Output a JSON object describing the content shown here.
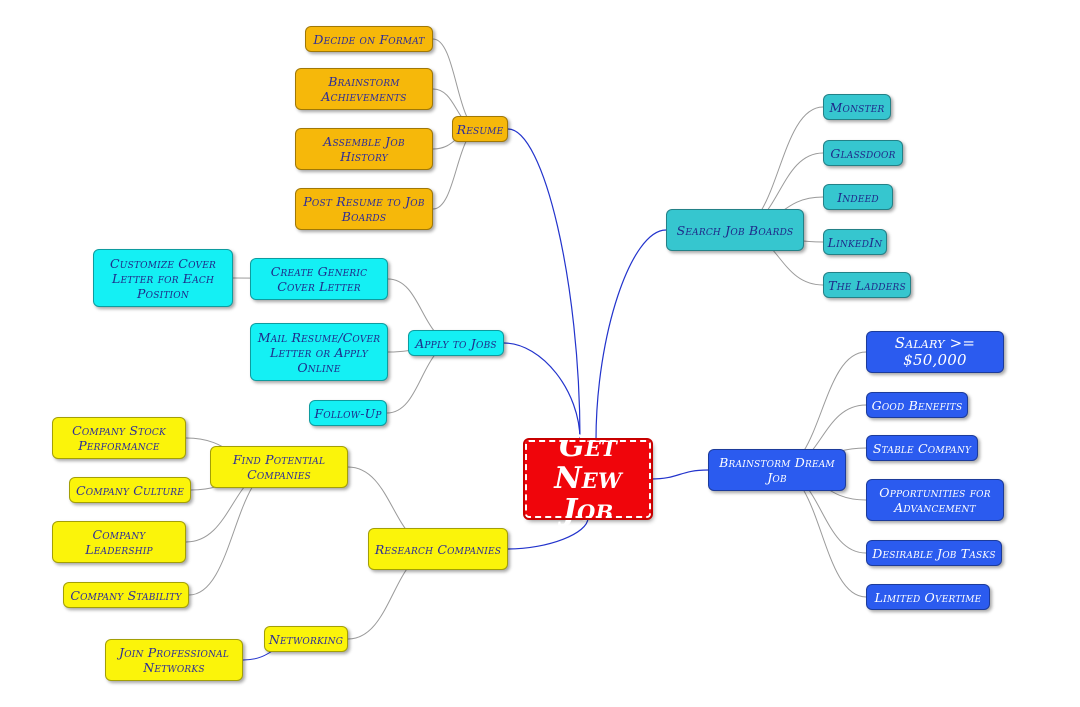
{
  "root": {
    "id": "root",
    "label": "Get New Job",
    "color": "#f0050b"
  },
  "branches": [
    {
      "id": "resume",
      "label": "Resume",
      "color": "#f6b80a",
      "children": [
        {
          "id": "decide-format",
          "label": "Decide on Format"
        },
        {
          "id": "brainstorm-achievements",
          "label": "Brainstorm Achievements"
        },
        {
          "id": "assemble-history",
          "label": "Assemble Job History"
        },
        {
          "id": "post-resume",
          "label": "Post Resume to Job Boards"
        }
      ]
    },
    {
      "id": "apply",
      "label": "Apply to Jobs",
      "color": "#14f0f4",
      "children": [
        {
          "id": "generic-cover",
          "label": "Create Generic Cover Letter",
          "children": [
            {
              "id": "customize-cover",
              "label": "Customize Cover Letter for Each Position"
            }
          ]
        },
        {
          "id": "mail-resume",
          "label": "Mail Resume/Cover Letter or Apply Online"
        },
        {
          "id": "follow-up",
          "label": "Follow-Up"
        }
      ]
    },
    {
      "id": "research",
      "label": "Research Companies",
      "color": "#fbf40a",
      "children": [
        {
          "id": "find-companies",
          "label": "Find Potential Companies",
          "children": [
            {
              "id": "stock",
              "label": "Company Stock Performance"
            },
            {
              "id": "culture",
              "label": "Company Culture"
            },
            {
              "id": "leadership",
              "label": "Company Leadership"
            },
            {
              "id": "stability",
              "label": "Company Stability"
            }
          ]
        },
        {
          "id": "networking",
          "label": "Networking",
          "children": [
            {
              "id": "join-networks",
              "label": "Join Professional Networks"
            }
          ]
        }
      ]
    },
    {
      "id": "search",
      "label": "Search Job Boards",
      "color": "#36c6cf",
      "children": [
        {
          "id": "monster",
          "label": "Monster"
        },
        {
          "id": "glassdoor",
          "label": "Glassdoor"
        },
        {
          "id": "indeed",
          "label": "Indeed"
        },
        {
          "id": "linkedin",
          "label": "LinkedIn"
        },
        {
          "id": "ladders",
          "label": "The Ladders"
        }
      ]
    },
    {
      "id": "dream",
      "label": "Brainstorm Dream Job",
      "color": "#2b5bef",
      "children": [
        {
          "id": "salary",
          "label": "Salary >= $50,000"
        },
        {
          "id": "benefits",
          "label": "Good Benefits"
        },
        {
          "id": "stable",
          "label": "Stable Company"
        },
        {
          "id": "advancement",
          "label": "Opportunities for Advancement"
        },
        {
          "id": "tasks",
          "label": "Desirable Job Tasks"
        },
        {
          "id": "overtime",
          "label": "Limited Overtime"
        }
      ]
    }
  ],
  "colors": {
    "main_connector": "#2233cc",
    "sub_connector": "#9a9a9a",
    "orange": "#f6b80a",
    "teal": "#36c6cf",
    "cyan": "#14f0f4",
    "yellow": "#fbf40a",
    "blue": "#2b5bef",
    "label_text": "#2c2c9a"
  }
}
